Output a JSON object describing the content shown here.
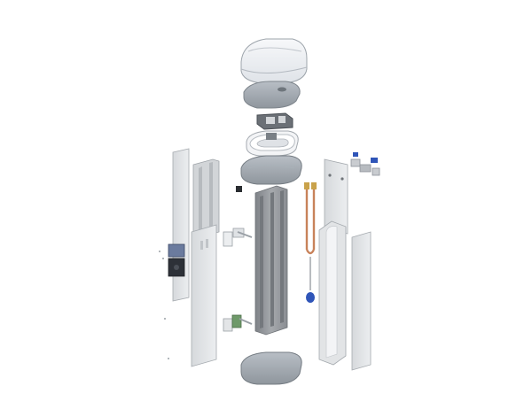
{
  "diagram": {
    "type": "exploded-assembly-view",
    "background_color": "#ffffff",
    "part_colors": {
      "panel_light": "#e4e6e8",
      "panel_shade": "#c9ccd0",
      "profile_dark": "#8e9196",
      "profile_mid": "#a8abaf",
      "cap_gray": "#9aa1a8",
      "cap_light": "#c7ccd2",
      "dome_clear": "#eef1f4",
      "copper": "#c8825a",
      "brass": "#c9a24a",
      "valve_blue": "#2f55b8",
      "terminal_green": "#6f9a6a"
    },
    "parts": [
      {
        "id": "transparent-dome-cover",
        "label": ""
      },
      {
        "id": "top-cap",
        "label": ""
      },
      {
        "id": "cap-bracket",
        "label": ""
      },
      {
        "id": "top-frame-rings",
        "label": ""
      },
      {
        "id": "cap-base",
        "label": ""
      },
      {
        "id": "left-back-panel",
        "label": ""
      },
      {
        "id": "left-frame-profile",
        "label": ""
      },
      {
        "id": "center-channel-profile",
        "label": ""
      },
      {
        "id": "small-clip",
        "label": ""
      },
      {
        "id": "terminal-block-upper",
        "label": ""
      },
      {
        "id": "terminal-block-lower",
        "label": ""
      },
      {
        "id": "left-front-panel",
        "label": ""
      },
      {
        "id": "socket-module",
        "label": ""
      },
      {
        "id": "right-back-panel",
        "label": ""
      },
      {
        "id": "copper-pipe-assembly",
        "label": ""
      },
      {
        "id": "valve-fittings",
        "label": ""
      },
      {
        "id": "right-frame-profile",
        "label": ""
      },
      {
        "id": "right-front-panel",
        "label": ""
      },
      {
        "id": "bottom-cap",
        "label": ""
      }
    ]
  }
}
